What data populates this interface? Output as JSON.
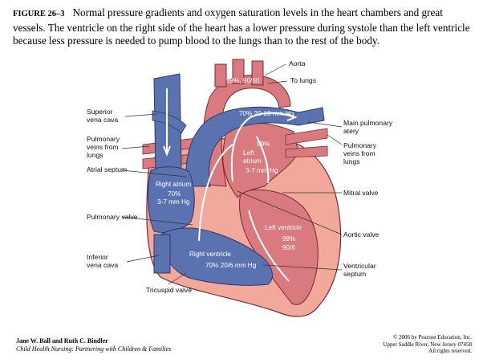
{
  "caption": {
    "figure_label": "FIGURE 26–3",
    "text": "Normal pressure gradients and oxygen saturation levels in the heart chambers and great vessels. The ventricle on the right side of the heart has a lower pressure during systole than the left ventricle because less pressure is needed to pump blood to the lungs than to the rest of the body."
  },
  "labels": {
    "aorta": "Aorta",
    "to_lungs": "To lungs",
    "superior_vena_cava": [
      "Superior",
      "vena cava"
    ],
    "pulmonary_veins_left": [
      "Pulmonary",
      "veins from",
      "lungs"
    ],
    "atrial_septum": "Atrial septum",
    "pulmonary_valve": "Pulmonary valve",
    "inferior_vena_cava": [
      "Inferior",
      "vena cava"
    ],
    "tricuspid_valve": "Tricuspid valve",
    "main_pulmonary_artery": [
      "Main pulmonary",
      "atery"
    ],
    "pulmonary_veins_right": [
      "Pulmonary",
      "veins from",
      "lungs"
    ],
    "mitral_valve": "Mitral valve",
    "aortic_valve": "Aortic valve",
    "ventricular_septum": [
      "Ventricular",
      "septum"
    ]
  },
  "inside": {
    "aorta_values": "99%, 90/60",
    "pa_values": "70% 20-10 mm Hg",
    "la_sat": "99%",
    "la_name": [
      "Left",
      "atrium"
    ],
    "la_pressure": "3-7 mm Hg",
    "ra_name": "Right atrium",
    "ra_values": [
      "70%",
      "3-7 mm Hg"
    ],
    "lv_name": "Left ventricle",
    "lv_values": [
      "99%",
      "90/6"
    ],
    "rv_name": "Right ventricle",
    "rv_values": "70% 20/6 mm Hg"
  },
  "footer": {
    "authors": "Jane W. Ball and Ruth C. Bindler",
    "book": "Child Health Nursing: Partnering with Children & Families",
    "copyright": [
      "© 2006 by Pearson Education, Inc.",
      "Upper Saddle River, New Jersey 07458",
      "All rights reserved."
    ]
  },
  "colors": {
    "oxygenated": "#d97a7e",
    "deoxygenated": "#5a73b0",
    "muscle": "#f2a89a",
    "outline": "#7a2b30"
  }
}
